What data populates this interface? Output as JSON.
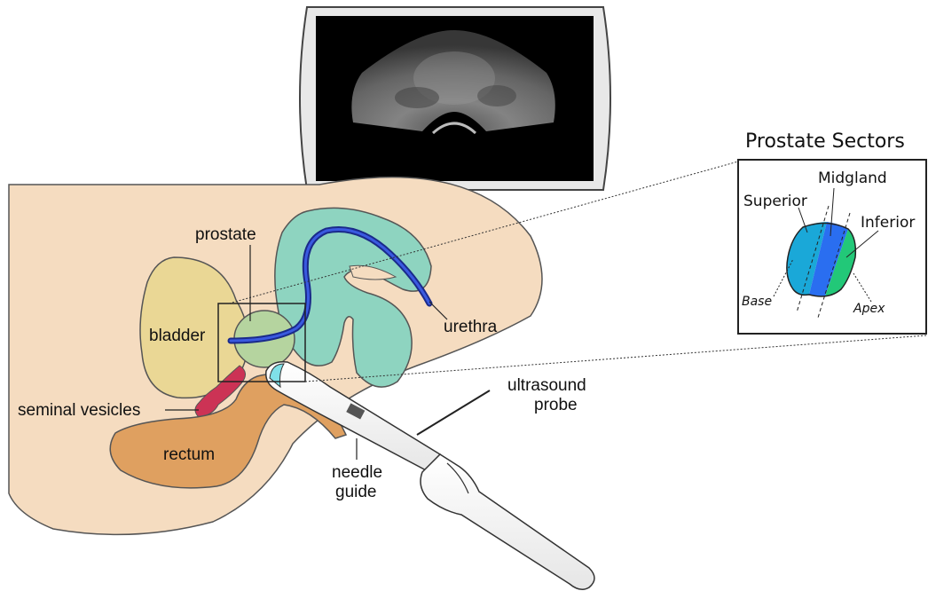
{
  "anatomy_labels": {
    "prostate": "prostate",
    "bladder": "bladder",
    "urethra": "urethra",
    "seminal_vesicles": "seminal vesicles",
    "rectum": "rectum",
    "needle_guide_line1": "needle",
    "needle_guide_line2": "guide",
    "ultrasound_probe_line1": "ultrasound",
    "ultrasound_probe_line2": "probe"
  },
  "inset": {
    "title": "Prostate Sectors",
    "midgland": "Midgland",
    "superior": "Superior",
    "inferior": "Inferior",
    "base": "Base",
    "apex": "Apex"
  },
  "colors": {
    "body": "#f5dcc0",
    "bladder": "#ead795",
    "prostate": "#b5d49f",
    "intestine": "#8ed4c0",
    "urethra": "#2233bb",
    "seminal_vesicles": "#cc3355",
    "rectum": "#dfa060",
    "sector_superior": "#1aa8d8",
    "sector_midgland": "#2a6ef0",
    "sector_inferior": "#22c878"
  }
}
